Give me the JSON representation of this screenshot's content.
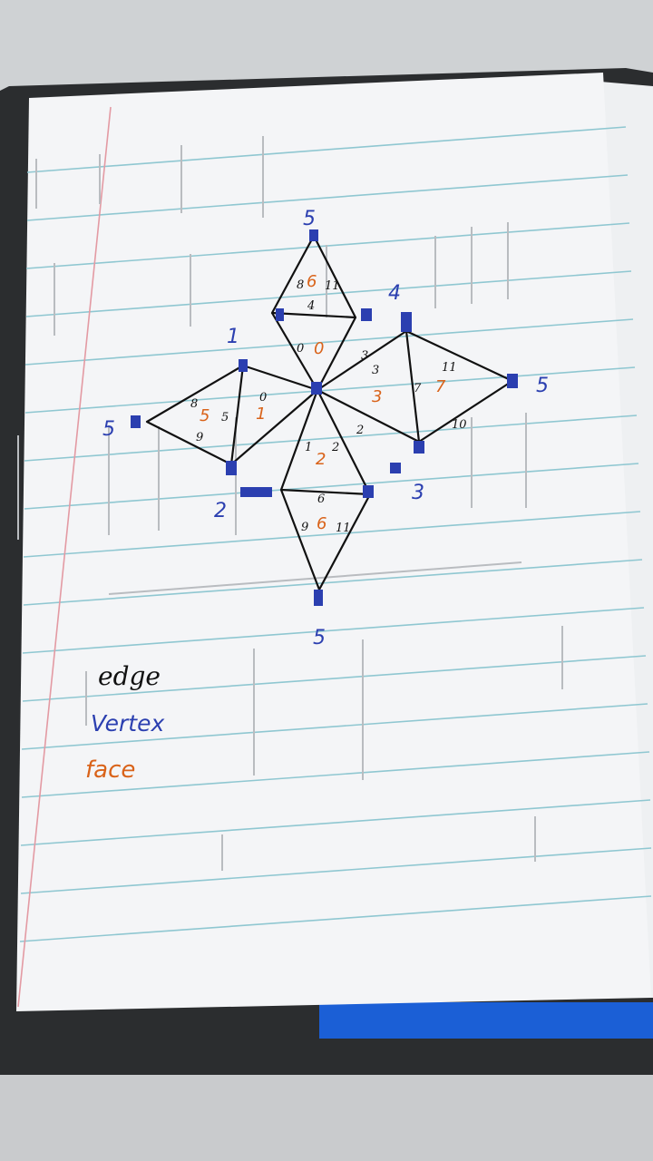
{
  "colors": {
    "table": "#cfd2d4",
    "binder": "#2b2d2f",
    "paper": "#f4f5f7",
    "rule_line": "#8fc7d1",
    "margin_line": "#e39aa3",
    "ink_edge": "#111111",
    "ink_vertex": "#2b3fb0",
    "ink_face": "#d9631a",
    "ghost_ink": "#b9bcc0",
    "blue_cover": "#1b5fd6"
  },
  "legend": {
    "edge": "edge",
    "vertex": "Vertex",
    "face": "face"
  },
  "diagram": {
    "vertex_labels": [
      "5",
      "4",
      "1",
      "5",
      "5",
      "2",
      "3",
      "5"
    ],
    "face_labels": [
      "0",
      "1",
      "2",
      "3",
      "5",
      "6",
      "7",
      "6"
    ],
    "edge_labels": [
      "0",
      "0",
      "1",
      "2",
      "2",
      "3",
      "3",
      "4",
      "5",
      "6",
      "7",
      "8",
      "8",
      "9",
      "9",
      "10",
      "11",
      "11",
      "11"
    ]
  }
}
